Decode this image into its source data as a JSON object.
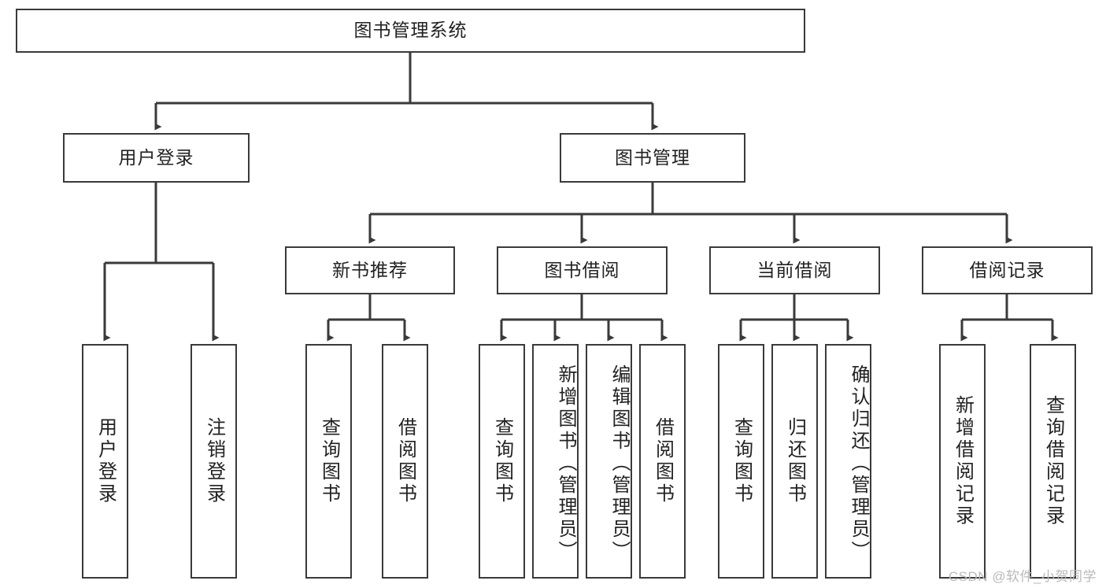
{
  "diagram": {
    "title": "图书管理系统",
    "type": "tree-hierarchy",
    "watermark": "CSDN @软件_小贺同学",
    "colors": {
      "background": "#ffffff",
      "stroke": "#3a3a3a",
      "text": "#222222",
      "watermark": "#b9b9b9"
    },
    "root": {
      "label": "图书管理系统"
    },
    "level2": [
      {
        "label": "用户登录"
      },
      {
        "label": "图书管理"
      }
    ],
    "level3": [
      {
        "label": "新书推荐"
      },
      {
        "label": "图书借阅"
      },
      {
        "label": "当前借阅"
      },
      {
        "label": "借阅记录"
      }
    ],
    "leaves": {
      "user_login": [
        {
          "label": "用户登录"
        },
        {
          "label": "注销登录"
        }
      ],
      "new_book_recommend": [
        {
          "label": "查询图书"
        },
        {
          "label": "借阅图书"
        }
      ],
      "book_borrow": [
        {
          "label": "查询图书"
        },
        {
          "label": "新增图书（管理员）"
        },
        {
          "label": "编辑图书（管理员）"
        },
        {
          "label": "借阅图书"
        }
      ],
      "current_borrow": [
        {
          "label": "查询图书"
        },
        {
          "label": "归还图书"
        },
        {
          "label": "确认归还（管理员）"
        }
      ],
      "borrow_record": [
        {
          "label": "新增借阅记录"
        },
        {
          "label": "查询借阅记录"
        }
      ]
    }
  }
}
